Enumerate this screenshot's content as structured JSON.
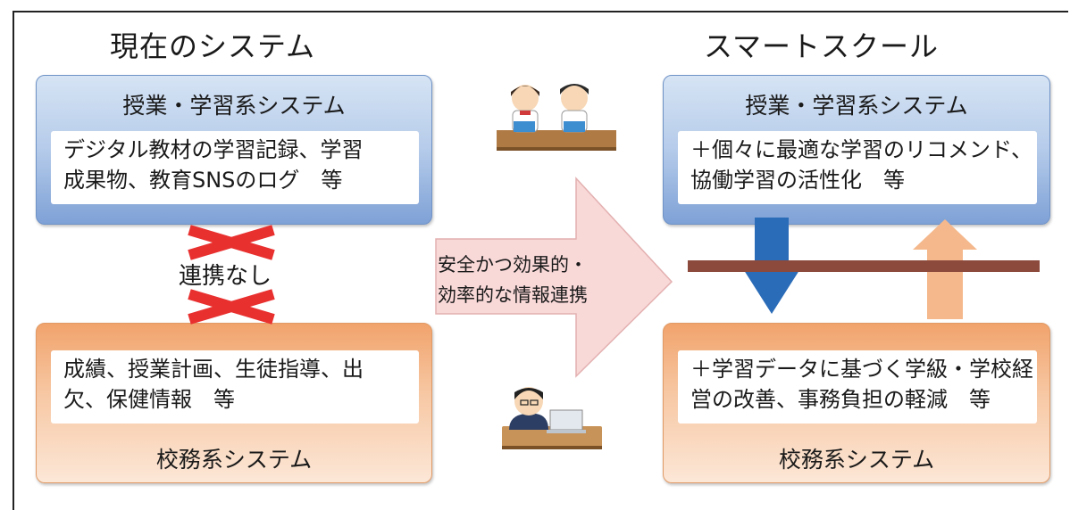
{
  "left": {
    "title": "現在のシステム",
    "top_box": {
      "label": "授業・学習系システム",
      "line1": "デジタル教材の学習記録、学習",
      "line2": "成果物、教育SNSのログ　等"
    },
    "no_link_label": "連携なし",
    "bottom_box": {
      "line1": "成績、授業計画、生徒指導、出",
      "line2": "欠、保健情報　等",
      "label": "校務系システム"
    }
  },
  "center": {
    "arrow_line1": "安全かつ効果的・",
    "arrow_line2": "効率的な情報連携"
  },
  "right": {
    "title": "スマートスクール",
    "top_box": {
      "label": "授業・学習系システム",
      "line1": "＋個々に最適な学習のリコメンド、",
      "line2": "協働学習の活性化　等"
    },
    "bottom_box": {
      "line1": "＋学習データに基づく学級・学校経",
      "line2": "営の改善、事務負担の軽減　等",
      "label": "校務系システム"
    }
  },
  "colors": {
    "blue_box": "#b5cbea",
    "orange_box": "#f7c8a4",
    "big_arrow": "#f9d8d8",
    "red_x": "#e8302f",
    "down_arrow": "#2b6cb8",
    "up_arrow": "#f4b88c",
    "bar": "#8b4a3c"
  }
}
